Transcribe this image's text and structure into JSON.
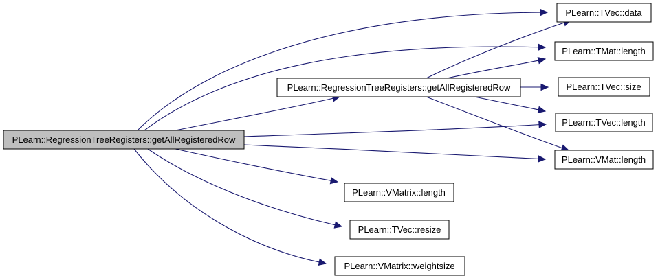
{
  "graph": {
    "type": "call-graph",
    "colors": {
      "edge": "#191970",
      "root_fill": "#bfbfbf",
      "node_fill": "#ffffff",
      "node_stroke": "#000000"
    },
    "nodes": [
      {
        "id": "root",
        "label": "PLearn::RegressionTreeRegisters::getAllRegisteredRow",
        "root": true
      },
      {
        "id": "mid",
        "label": "PLearn::RegressionTreeRegisters::getAllRegisteredRow"
      },
      {
        "id": "tvecdata",
        "label": "PLearn::TVec::data"
      },
      {
        "id": "tmatlen",
        "label": "PLearn::TMat::length"
      },
      {
        "id": "tvecsize",
        "label": "PLearn::TVec::size"
      },
      {
        "id": "tveclen",
        "label": "PLearn::TVec::length"
      },
      {
        "id": "vmatlen",
        "label": "PLearn::VMat::length"
      },
      {
        "id": "vmxlen",
        "label": "PLearn::VMatrix::length"
      },
      {
        "id": "resize",
        "label": "PLearn::TVec::resize"
      },
      {
        "id": "weight",
        "label": "PLearn::VMatrix::weightsize"
      }
    ],
    "edges": [
      {
        "from": "root",
        "to": "tvecdata"
      },
      {
        "from": "root",
        "to": "tmatlen"
      },
      {
        "from": "root",
        "to": "mid"
      },
      {
        "from": "root",
        "to": "tveclen"
      },
      {
        "from": "root",
        "to": "vmatlen"
      },
      {
        "from": "root",
        "to": "vmxlen"
      },
      {
        "from": "root",
        "to": "resize"
      },
      {
        "from": "root",
        "to": "weight"
      },
      {
        "from": "mid",
        "to": "tvecdata"
      },
      {
        "from": "mid",
        "to": "tmatlen"
      },
      {
        "from": "mid",
        "to": "tvecsize"
      },
      {
        "from": "mid",
        "to": "tveclen"
      },
      {
        "from": "mid",
        "to": "vmatlen"
      }
    ]
  }
}
